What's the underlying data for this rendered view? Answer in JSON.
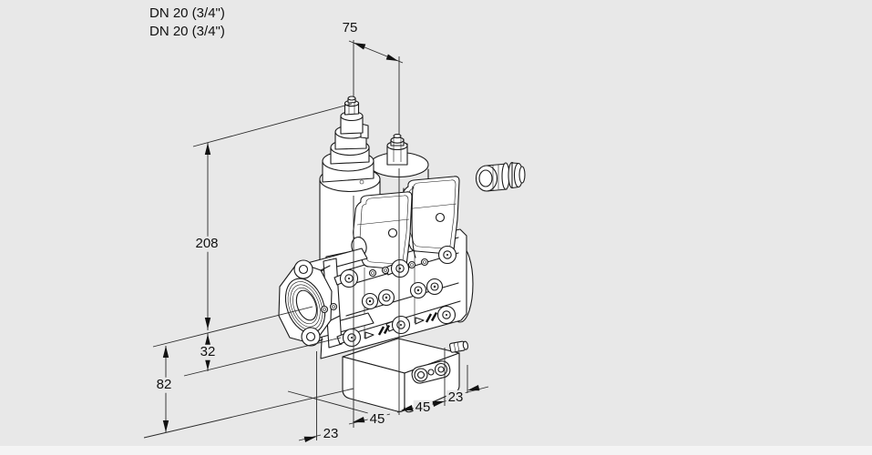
{
  "colors": {
    "background": "#e8e8e8",
    "ink": "#1a1a1a",
    "bottom_strip": "#f4f4f4"
  },
  "annotations": {
    "port_labels": [
      {
        "text": "DN 20 (3/4\")"
      },
      {
        "text": "DN 20 (3/4\")"
      }
    ],
    "dimensions": {
      "top_width": "75",
      "overall_height": "208",
      "axis_to_body_bottom": "32",
      "axis_to_block_bottom": "82",
      "bottom_chain": [
        "23",
        "45",
        "45",
        "23"
      ]
    }
  },
  "drawing": {
    "kind": "isometric technical line drawing",
    "subject": "double solenoid valve with threaded flange, actuator block and loose cable gland"
  }
}
